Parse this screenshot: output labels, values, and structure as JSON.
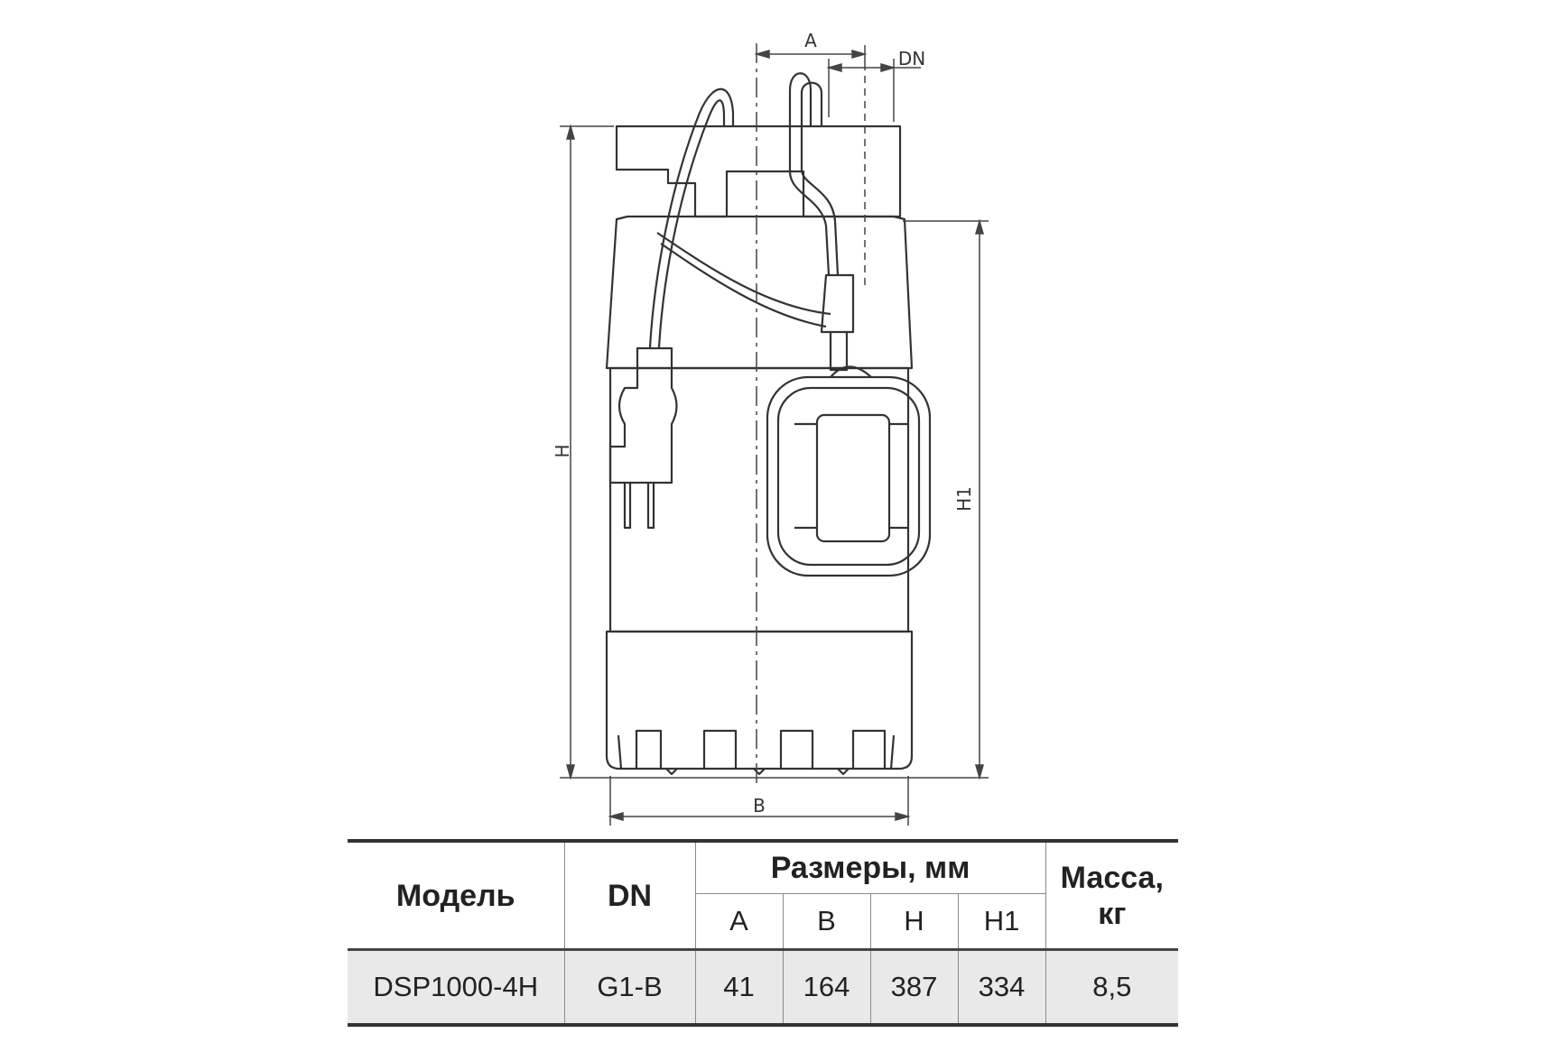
{
  "drawing": {
    "labels": {
      "a": "A",
      "dn": "DN",
      "b": "B",
      "h": "H",
      "h1": "H1"
    }
  },
  "table": {
    "headers": {
      "model": "Модель",
      "dn": "DN",
      "dimensions_group": "Размеры, мм",
      "a": "A",
      "b": "B",
      "h": "H",
      "h1": "H1",
      "mass_line1": "Масса,",
      "mass_line2": "кг"
    },
    "rows": [
      {
        "model": "DSP1000-4H",
        "dn": "G1-B",
        "a": "41",
        "b": "164",
        "h": "387",
        "h1": "334",
        "mass": "8,5"
      }
    ]
  }
}
